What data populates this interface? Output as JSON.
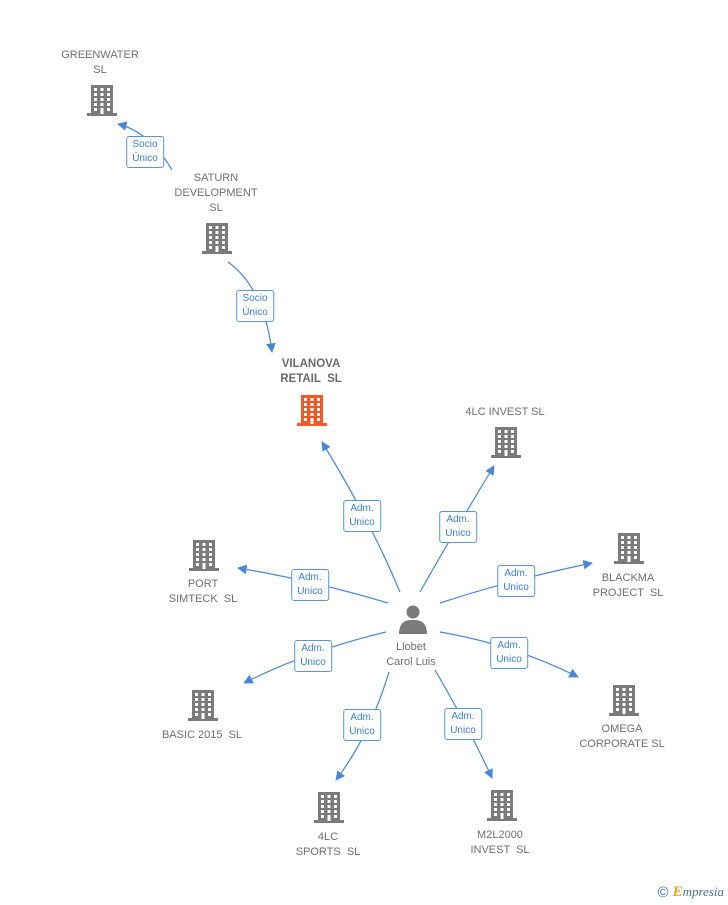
{
  "colors": {
    "building": "#7b7b7b",
    "building_focus": "#f05a28",
    "person": "#7b7b7b",
    "edge": "#4a86d4",
    "edge_label_text": "#3d7fcf"
  },
  "nodes": [
    {
      "id": "greenwater",
      "label": "GREENWATER\nSL",
      "icon": "building-icon",
      "focus": false
    },
    {
      "id": "saturn",
      "label": "SATURN\nDEVELOPMENT\nSL",
      "icon": "building-icon",
      "focus": false
    },
    {
      "id": "vilanova",
      "label": "VILANOVA\nRETAIL  SL",
      "icon": "building-icon",
      "focus": true
    },
    {
      "id": "4lcinvest",
      "label": "4LC INVEST SL",
      "icon": "building-icon",
      "focus": false
    },
    {
      "id": "port",
      "label": "PORT\nSIMTECK  SL",
      "icon": "building-icon",
      "focus": false
    },
    {
      "id": "blackma",
      "label": "BLACKMA\nPROJECT  SL",
      "icon": "building-icon",
      "focus": false
    },
    {
      "id": "llobet",
      "label": "Llobet\nCarol Luis",
      "icon": "person-icon",
      "focus": false
    },
    {
      "id": "basic",
      "label": "BASIC 2015  SL",
      "icon": "building-icon",
      "focus": false
    },
    {
      "id": "omega",
      "label": "OMEGA\nCORPORATE SL",
      "icon": "building-icon",
      "focus": false
    },
    {
      "id": "4lcsports",
      "label": "4LC\nSPORTS  SL",
      "icon": "building-icon",
      "focus": false
    },
    {
      "id": "m2l2000",
      "label": "M2L2000\nINVEST  SL",
      "icon": "building-icon",
      "focus": false
    }
  ],
  "edges": [
    {
      "from": "saturn",
      "to": "greenwater",
      "label": "Socio\nÚnico"
    },
    {
      "from": "saturn",
      "to": "vilanova",
      "label": "Socio\nÚnico"
    },
    {
      "from": "llobet",
      "to": "vilanova",
      "label": "Adm.\nUnico"
    },
    {
      "from": "llobet",
      "to": "4lcinvest",
      "label": "Adm.\nUnico"
    },
    {
      "from": "llobet",
      "to": "port",
      "label": "Adm.\nUnico"
    },
    {
      "from": "llobet",
      "to": "blackma",
      "label": "Adm.\nUnico"
    },
    {
      "from": "llobet",
      "to": "basic",
      "label": "Adm.\nUnico"
    },
    {
      "from": "llobet",
      "to": "omega",
      "label": "Adm.\nUnico"
    },
    {
      "from": "llobet",
      "to": "4lcsports",
      "label": "Adm.\nUnico"
    },
    {
      "from": "llobet",
      "to": "m2l2000",
      "label": "Adm.\nUnico"
    }
  ],
  "brand": {
    "copyright": "©",
    "name_first": "E",
    "name_rest": "mpresia"
  }
}
